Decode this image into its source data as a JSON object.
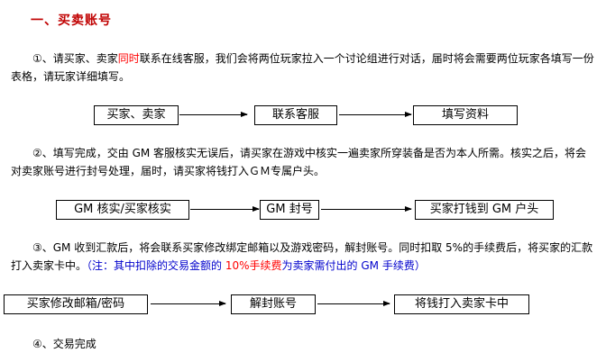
{
  "section_title": "一、买卖账号",
  "step1": {
    "prefix": "①、请买家、卖家",
    "highlight": "同时",
    "suffix": "联系在线客服，我们会将两位玩家拉入一个讨论组进行对话，届时将会需要两位玩家各填写一份表格，请玩家详细填写。"
  },
  "flow1": [
    "买家、卖家",
    "联系客服",
    "填写资料"
  ],
  "step2": {
    "text": "②、填写完成，交由 GM 客服核实无误后，请买家在游戏中核实一遍卖家所穿装备是否为本人所需。核实之后，将会对卖家账号进行封号处理，届时，请买家将钱打入ＧＭ专属户头。"
  },
  "flow2": [
    "GM 核实/买家核实",
    "GM 封号",
    "买家打钱到 GM 户头"
  ],
  "step3": {
    "text": "③、GM 收到汇款后，将会联系买家修改绑定邮箱以及游戏密码，解封账号。同时扣取 5%的手续费后，将买家的汇款打入卖家卡中。",
    "note_prefix": "（注：其中扣除的交易金额的 ",
    "note_highlight": "10%手续费",
    "note_suffix": "为卖家需付出的 GM 手续费）"
  },
  "flow3": [
    "买家修改邮箱/密码",
    "解封账号",
    "将钱打入卖家卡中"
  ],
  "step4": {
    "text": "④、交易完成"
  }
}
